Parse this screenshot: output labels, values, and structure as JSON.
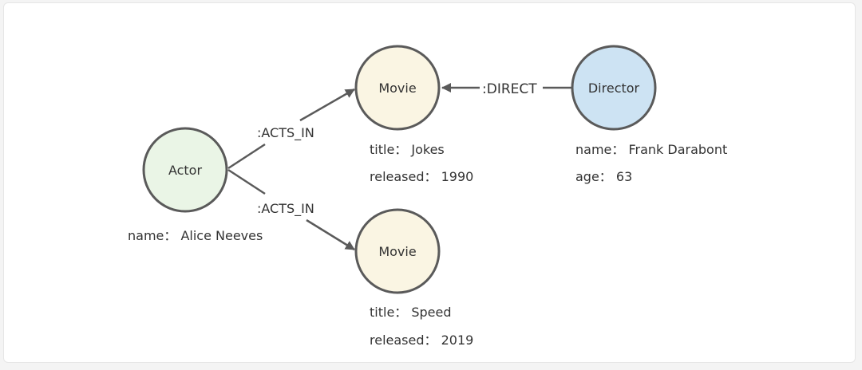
{
  "colors": {
    "actor_fill": "#eaf5e6",
    "movie_fill": "#faf5e3",
    "director_fill": "#cde3f3",
    "stroke": "#5a5a5a"
  },
  "nodes": {
    "actor": {
      "label": "Actor",
      "props": [
        "name： Alice Neeves"
      ]
    },
    "movie1": {
      "label": "Movie",
      "props": [
        "title： Jokes",
        "released： 1990"
      ]
    },
    "movie2": {
      "label": "Movie",
      "props": [
        "title： Speed",
        "released： 2019"
      ]
    },
    "director": {
      "label": "Director",
      "props": [
        "name： Frank Darabont",
        "age： 63"
      ]
    }
  },
  "edges": {
    "acts_in_1": {
      "label": ":ACTS_IN",
      "from": "Actor",
      "to": "Movie"
    },
    "acts_in_2": {
      "label": ":ACTS_IN",
      "from": "Actor",
      "to": "Movie"
    },
    "direct": {
      "label": ":DIRECT",
      "from": "Director",
      "to": "Movie"
    }
  }
}
